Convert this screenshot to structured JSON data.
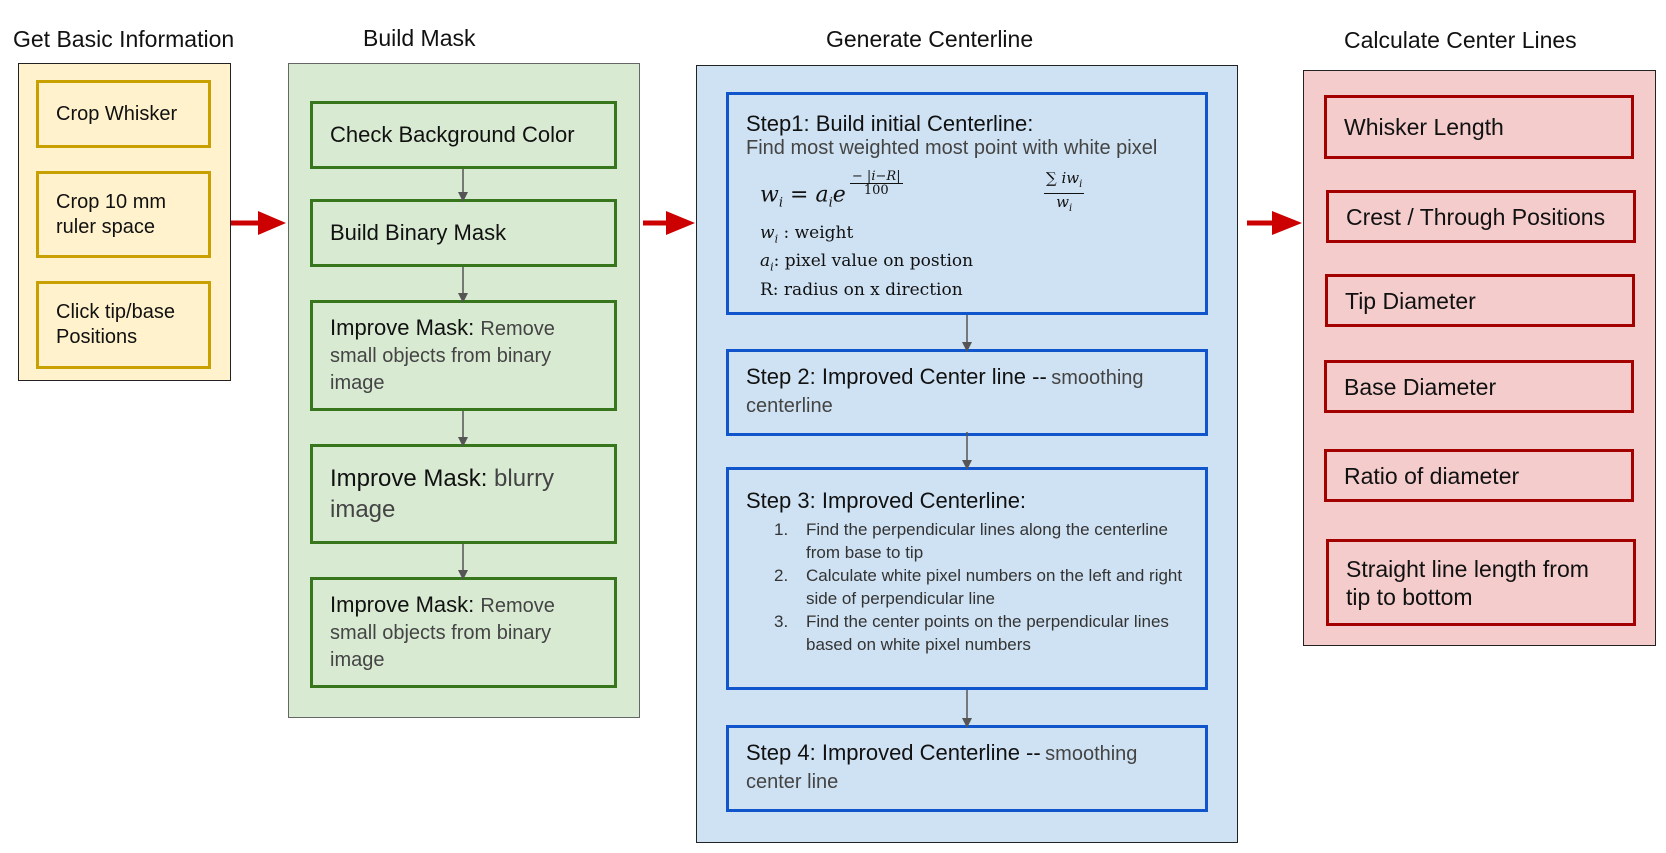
{
  "columns": {
    "basic": {
      "title": "Get Basic Information",
      "items": [
        "Crop Whisker",
        "Crop 10 mm ruler space",
        "Click tip/base Positions"
      ]
    },
    "mask": {
      "title": "Build Mask",
      "items": [
        {
          "head": "Check Background Color",
          "sub": ""
        },
        {
          "head": "Build Binary Mask",
          "sub": ""
        },
        {
          "head": "Improve Mask:",
          "sub": "Remove small objects from binary image"
        },
        {
          "head": "Improve Mask:",
          "sub": "blurry image"
        },
        {
          "head": "Improve Mask:",
          "sub": "Remove small objects from binary image"
        }
      ]
    },
    "centerline": {
      "title": "Generate Centerline",
      "step1": {
        "head": "Step1: Build initial Centerline:",
        "sub": "Find most weighted most point with white pixel",
        "legend": [
          "w_i : weight",
          "a_i: pixel value on postion",
          "R: radius on x direction"
        ]
      },
      "step2": {
        "head": "Step 2: Improved Center line --",
        "sub": "smoothing centerline"
      },
      "step3": {
        "head": "Step 3: Improved Centerline:",
        "items": [
          {
            "num": "1.",
            "text": "Find the perpendicular lines along the centerline from base to tip"
          },
          {
            "num": "2.",
            "text": "Calculate white pixel numbers on the left and right side of perpendicular line"
          },
          {
            "num": "3.",
            "text": "Find the center points on the perpendicular lines based on white pixel numbers"
          }
        ]
      },
      "step4": {
        "head": "Step 4: Improved Centerline --",
        "sub": "smoothing center line"
      }
    },
    "calc": {
      "title": "Calculate Center Lines",
      "items": [
        "Whisker Length",
        "Crest / Through Positions",
        "Tip Diameter",
        "Base Diameter",
        "Ratio of diameter",
        "Straight line length from tip to bottom"
      ]
    }
  },
  "colors": {
    "yellow_fill": "#fff2cc",
    "yellow_border": "#c8a000",
    "green_fill": "#d9ead3",
    "green_border": "#38761d",
    "blue_fill": "#cfe2f3",
    "blue_border": "#1155cc",
    "red_fill": "#f4cccc",
    "red_border": "#a30000",
    "arrow_red": "#cc0000",
    "arrow_gray": "#555555"
  }
}
